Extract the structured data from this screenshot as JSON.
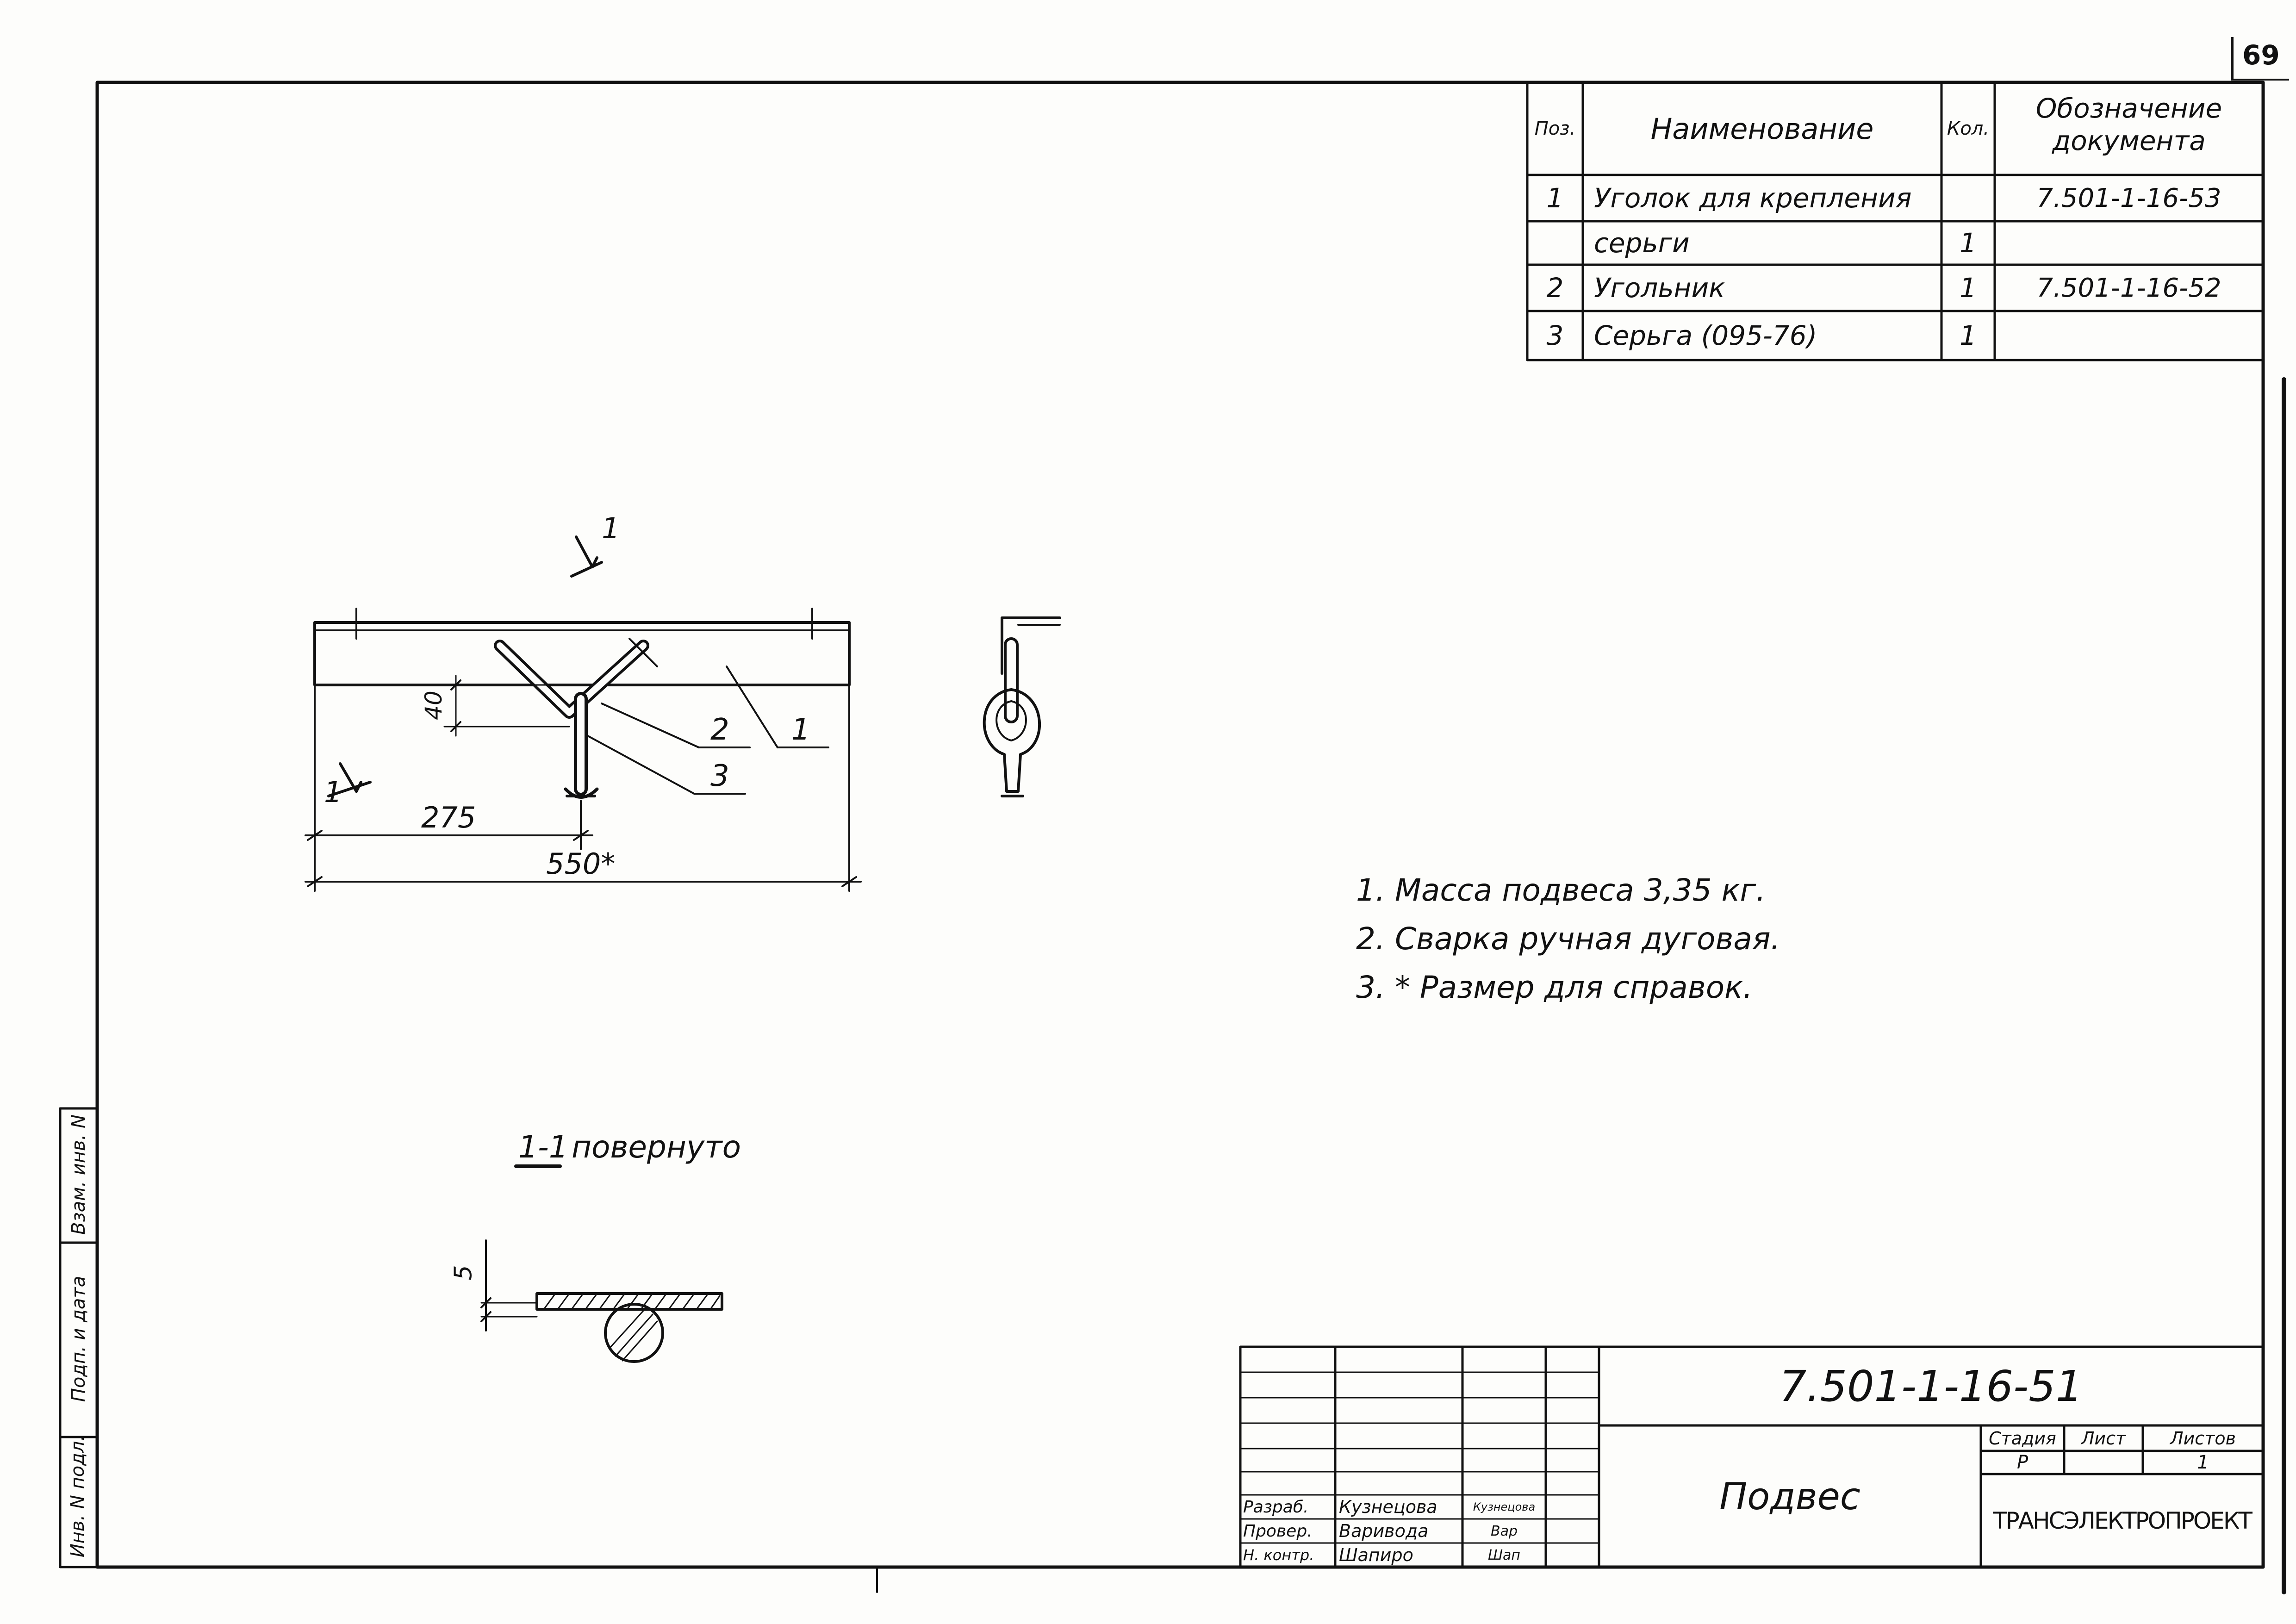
{
  "sheet_number": "69",
  "spec_table": {
    "headers": {
      "pos": "Поз.",
      "name": "Наименование",
      "qty": "Кол.",
      "doc_line1": "Обозначение",
      "doc_line2": "документа"
    },
    "rows": [
      {
        "pos": "1",
        "name": "Уголок для крепления",
        "qty": "",
        "doc": "7.501-1-16-53"
      },
      {
        "pos": "",
        "name": "серьги",
        "qty": "1",
        "doc": ""
      },
      {
        "pos": "2",
        "name": "Угольник",
        "qty": "1",
        "doc": "7.501-1-16-52"
      },
      {
        "pos": "3",
        "name": "Серьга (095-76)",
        "qty": "1",
        "doc": ""
      }
    ]
  },
  "drawing": {
    "section_mark": "1",
    "leader_1": "1",
    "leader_2": "2",
    "leader_3": "3",
    "dim_40": "40",
    "dim_275": "275",
    "dim_550": "550*",
    "section_title": "1-1",
    "section_suffix": "повернуто",
    "dim_5": "5"
  },
  "notes": [
    "1. Масса подвеса 3,35 кг.",
    "2. Сварка ручная дуговая.",
    "3. * Размер для справок."
  ],
  "title_block": {
    "doc_code": "7.501-1-16-51",
    "name": "Подвес",
    "stage_label": "Стадия",
    "sheet_label": "Лист",
    "sheets_label": "Листов",
    "stage_value": "Р",
    "sheets_value": "1",
    "org": "ТРАНСЭЛЕКТРОПРОЕКТ",
    "roles": [
      {
        "role": "Разраб.",
        "name": "Кузнецова",
        "sign": "Кузнецова"
      },
      {
        "role": "Провер.",
        "name": "Варивода",
        "sign": "Вар"
      },
      {
        "role": "Н. контр.",
        "name": "Шапиро",
        "sign": "Шап"
      }
    ]
  },
  "side_stamp": [
    "Инв. N подл.",
    "Подп. и дата",
    "Взам. инв. N"
  ]
}
